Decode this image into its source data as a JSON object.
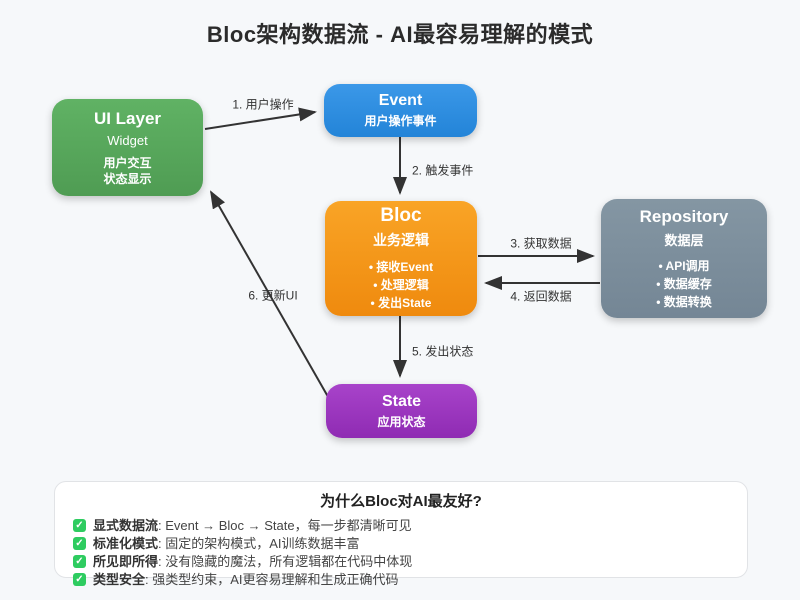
{
  "title": "Bloc架构数据流 - AI最容易理解的模式",
  "colors": {
    "background": "#f6f8fa",
    "ui_layer_green": "#58a85c",
    "event_blue": "#2f90e1",
    "bloc_orange": "#f6940e",
    "repository_gray": "#7c8e9b",
    "state_purple": "#9c34be",
    "arrow": "#333333",
    "check_green": "#2ecc60"
  },
  "nodes": {
    "ui_layer": {
      "title": "UI Layer",
      "subtitle": "Widget",
      "lines": [
        "用户交互",
        "状态显示"
      ]
    },
    "event": {
      "title": "Event",
      "subtitle": "用户操作事件"
    },
    "bloc": {
      "title": "Bloc",
      "subtitle": "业务逻辑",
      "bullets": [
        "• 接收Event",
        "• 处理逻辑",
        "• 发出State"
      ]
    },
    "repository": {
      "title": "Repository",
      "subtitle": "数据层",
      "bullets": [
        "• API调用",
        "• 数据缓存",
        "• 数据转换"
      ]
    },
    "state": {
      "title": "State",
      "subtitle": "应用状态"
    }
  },
  "edges": {
    "e1": "1. 用户操作",
    "e2": "2. 触发事件",
    "e3": "3. 获取数据",
    "e4": "4. 返回数据",
    "e5": "5. 发出状态",
    "e6": "6. 更新UI"
  },
  "panel": {
    "title": "为什么Bloc对AI最友好?",
    "check_glyph": "✓",
    "items": [
      {
        "label": "显式数据流",
        "text": ": Event → Bloc → State，每一步都清晰可见"
      },
      {
        "label": "标准化模式",
        "text": ": 固定的架构模式，AI训练数据丰富"
      },
      {
        "label": "所见即所得",
        "text": ": 没有隐藏的魔法，所有逻辑都在代码中体现"
      },
      {
        "label": "类型安全",
        "text": ": 强类型约束，AI更容易理解和生成正确代码"
      }
    ]
  }
}
